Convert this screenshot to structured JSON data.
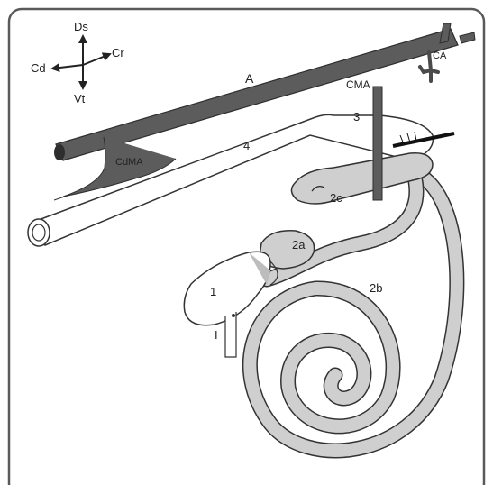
{
  "compass": {
    "up": "Ds",
    "right": "Cr",
    "left": "Cd",
    "down": "Vt"
  },
  "labels": {
    "aorta": "A",
    "cranial_mesenteric_artery": "CMA",
    "caudal_mesenteric_artery": "CdMA",
    "celiac_artery": "CA",
    "segment_1": "1",
    "segment_1_stem": "I",
    "segment_2a": "2a",
    "segment_2b": "2b",
    "segment_2c": "2c",
    "segment_3": "3",
    "segment_4": "4"
  },
  "colors": {
    "frame": "#5a5a5a",
    "vessel": "#5c5c5c",
    "vessel_dark": "#2e2e2e",
    "intestine_fill": "#cfcfcf",
    "organ_fill": "#ffffff",
    "outline": "#333333"
  }
}
